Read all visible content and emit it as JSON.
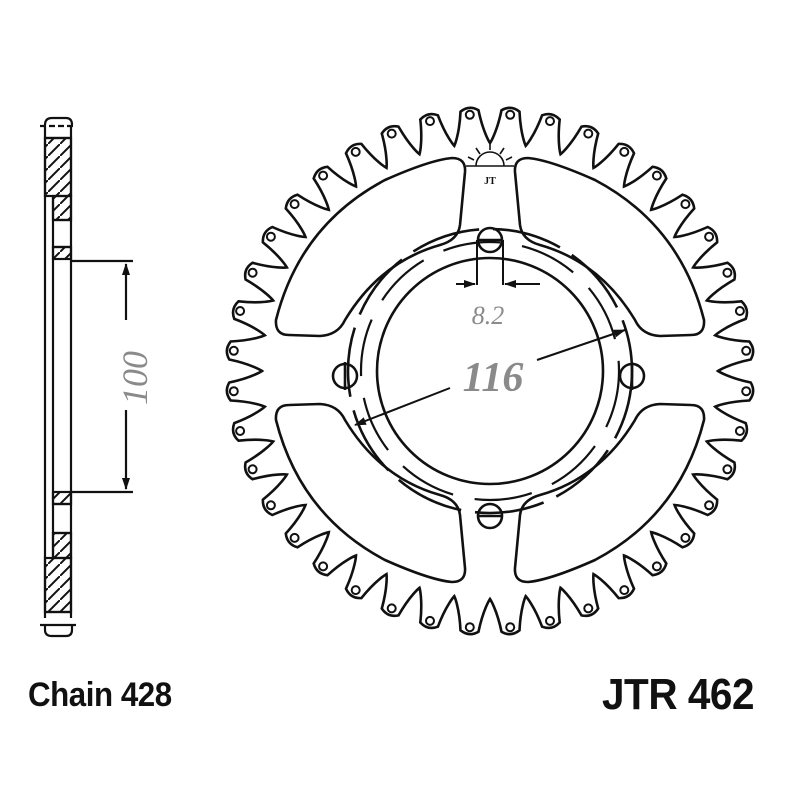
{
  "drawing": {
    "title": "Rear sprocket technical drawing",
    "chain_label": "Chain 428",
    "part_number": "JTR 462",
    "logo_mark": "JT",
    "dimensions": {
      "bolt_hole_diameter": "8.2",
      "bolt_circle_diameter": "116",
      "side_view_center_bore": "100"
    },
    "sprocket": {
      "teeth": 40,
      "bolt_holes": 4,
      "lightening_cutouts": 4
    },
    "colors": {
      "line": "#111111",
      "dimension_text": "#8a8a8a",
      "background": "#ffffff"
    }
  }
}
